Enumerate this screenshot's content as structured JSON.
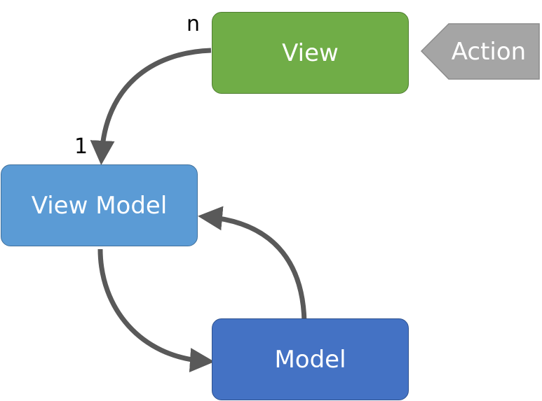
{
  "nodes": {
    "view": {
      "label": "View",
      "color": "#70ad47"
    },
    "view_model": {
      "label": "View Model",
      "color": "#5b9bd5"
    },
    "model": {
      "label": "Model",
      "color": "#4472c4"
    }
  },
  "action": {
    "label": "Action",
    "color": "#a5a5a5"
  },
  "edges": [
    {
      "from": "View",
      "to": "View Model",
      "from_label": "n",
      "to_label": "1"
    },
    {
      "from": "View Model",
      "to": "Model"
    },
    {
      "from": "Model",
      "to": "View Model"
    }
  ],
  "multiplicity": {
    "view_end": "n",
    "viewmodel_end": "1"
  },
  "arrow_color": "#595959"
}
